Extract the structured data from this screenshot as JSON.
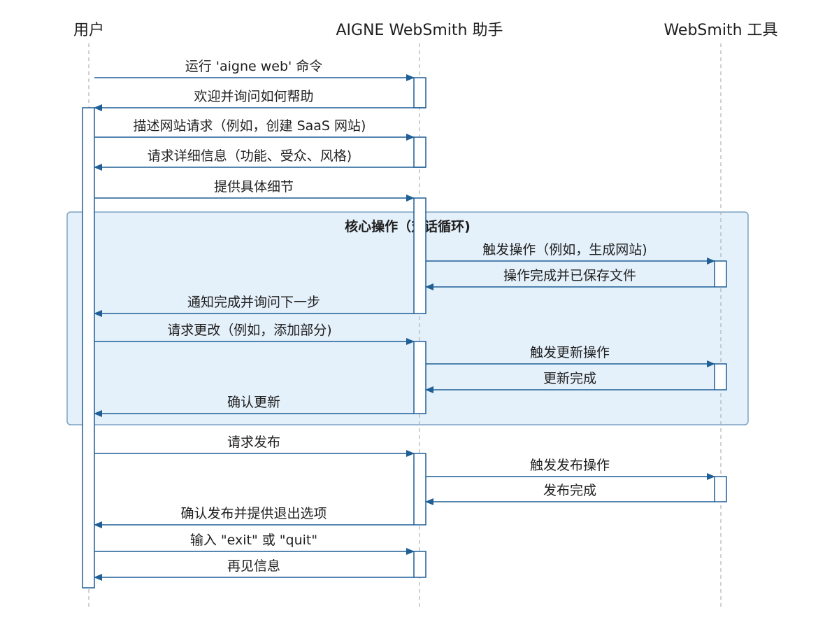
{
  "participants": [
    {
      "id": "user",
      "label": "用户"
    },
    {
      "id": "assistant",
      "label": "AIGNE WebSmith 助手"
    },
    {
      "id": "tool",
      "label": "WebSmith 工具"
    }
  ],
  "group": {
    "title": "核心操作（对话循环)"
  },
  "messages": [
    {
      "from": "user",
      "to": "assistant",
      "label": "运行 'aigne web' 命令"
    },
    {
      "from": "assistant",
      "to": "user",
      "label": "欢迎并询问如何帮助"
    },
    {
      "from": "user",
      "to": "assistant",
      "label": "描述网站请求（例如，创建 SaaS 网站)"
    },
    {
      "from": "assistant",
      "to": "user",
      "label": "请求详细信息（功能、受众、风格)"
    },
    {
      "from": "user",
      "to": "assistant",
      "label": "提供具体细节"
    },
    {
      "from": "assistant",
      "to": "tool",
      "label": "触发操作（例如，生成网站)"
    },
    {
      "from": "tool",
      "to": "assistant",
      "label": "操作完成并已保存文件"
    },
    {
      "from": "assistant",
      "to": "user",
      "label": "通知完成并询问下一步"
    },
    {
      "from": "user",
      "to": "assistant",
      "label": "请求更改（例如，添加部分)"
    },
    {
      "from": "assistant",
      "to": "tool",
      "label": "触发更新操作"
    },
    {
      "from": "tool",
      "to": "assistant",
      "label": "更新完成"
    },
    {
      "from": "assistant",
      "to": "user",
      "label": "确认更新"
    },
    {
      "from": "user",
      "to": "assistant",
      "label": "请求发布"
    },
    {
      "from": "assistant",
      "to": "tool",
      "label": "触发发布操作"
    },
    {
      "from": "tool",
      "to": "assistant",
      "label": "发布完成"
    },
    {
      "from": "assistant",
      "to": "user",
      "label": "确认发布并提供退出选项"
    },
    {
      "from": "user",
      "to": "assistant",
      "label": "输入 \"exit\" 或 \"quit\""
    },
    {
      "from": "assistant",
      "to": "user",
      "label": "再见信息"
    }
  ],
  "colors": {
    "arrow": "#1f5f96",
    "lifeline": "#b0b0b0",
    "activation_fill": "#ffffff",
    "group_fill": "#e4f0fa",
    "group_stroke": "#7da3c4",
    "text": "#1f1f1f"
  }
}
